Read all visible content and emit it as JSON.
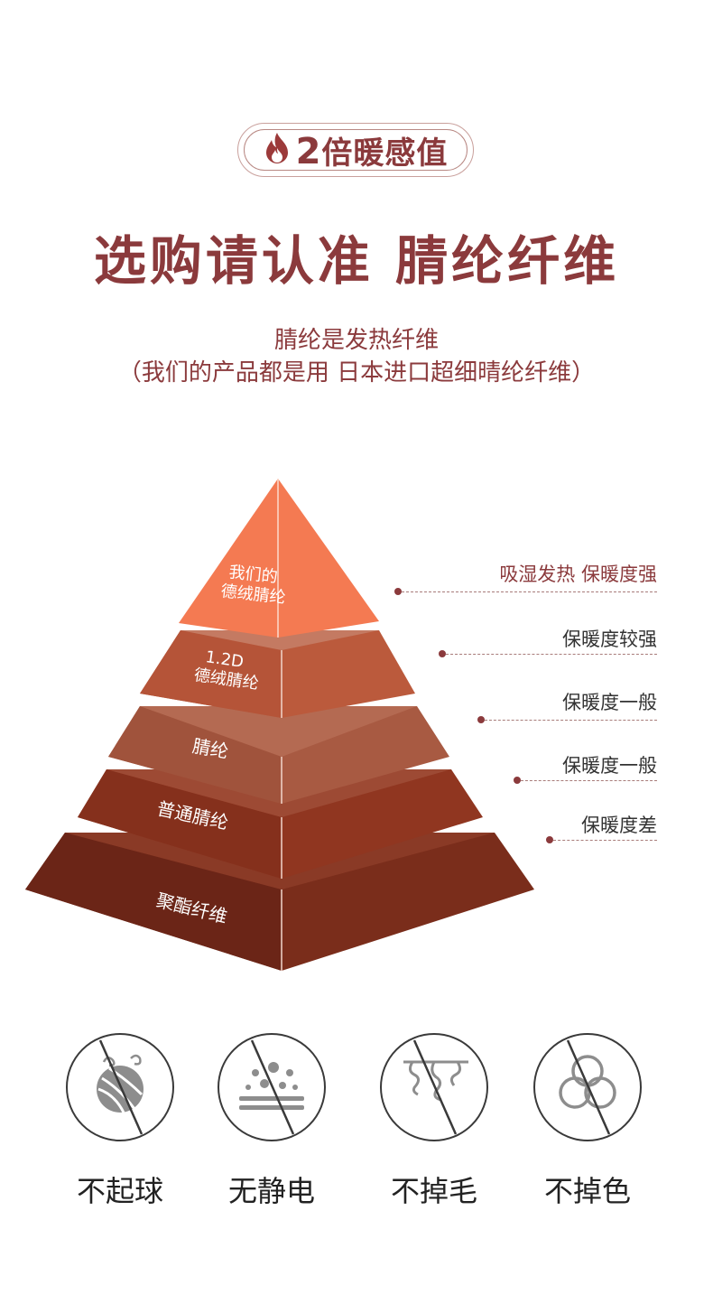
{
  "badge": {
    "number": "2",
    "text": "倍暖感值"
  },
  "headline": "选购请认准 腈纶纤维",
  "subtitle": {
    "line1": "腈纶是发热纤维",
    "line2": "（我们的产品都是用 日本进口超细晴纶纤维）"
  },
  "pyramid": {
    "levels": [
      {
        "line1": "我们的",
        "line2": "德绒腈纶",
        "color": "#f47a52"
      },
      {
        "line1": "1.2D",
        "line2": "德绒腈纶",
        "color": "#bb5a3c"
      },
      {
        "line1": "腈纶",
        "line2": "",
        "color": "#a35a42"
      },
      {
        "line1": "普通腈纶",
        "line2": "",
        "color": "#86311c"
      },
      {
        "line1": "聚酯纤维",
        "line2": "",
        "color": "#702818"
      }
    ]
  },
  "warmth_labels": [
    {
      "text": "吸湿发热 保暖度强"
    },
    {
      "text": "保暖度较强"
    },
    {
      "text": "保暖度一般"
    },
    {
      "text": "保暖度一般"
    },
    {
      "text": "保暖度差"
    }
  ],
  "features": [
    {
      "label": "不起球",
      "icon": "yarn-ball-icon"
    },
    {
      "label": "无静电",
      "icon": "static-particles-icon"
    },
    {
      "label": "不掉毛",
      "icon": "lint-fluff-icon"
    },
    {
      "label": "不掉色",
      "icon": "color-circles-icon"
    }
  ],
  "colors": {
    "accent": "#8b3a3c",
    "flame": "#9c3a3a"
  }
}
